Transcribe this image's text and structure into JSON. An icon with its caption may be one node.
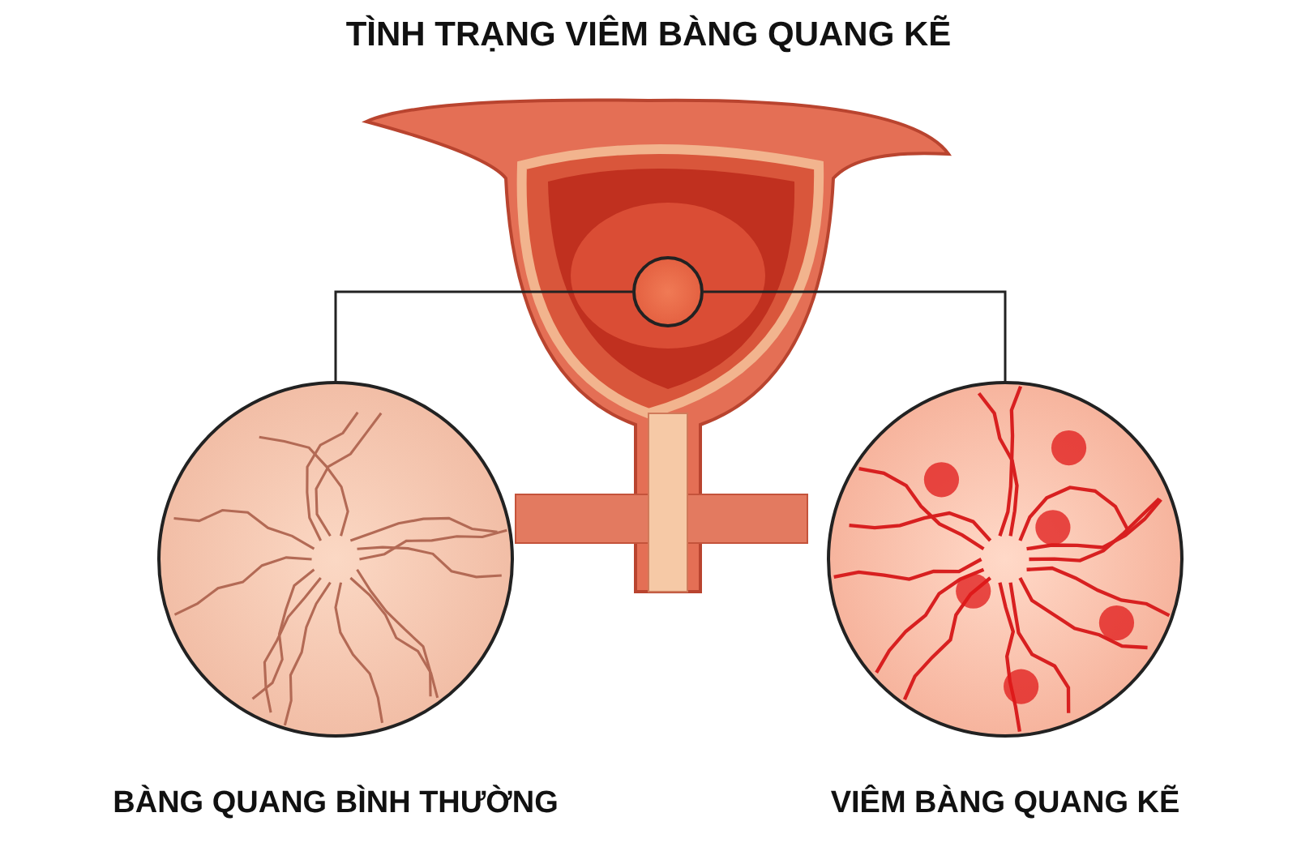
{
  "diagram": {
    "title": "TÌNH TRẠNG VIÊM BÀNG QUANG KẼ",
    "nodes": [
      {
        "text": [],
        "shape": "circle"
      },
      {
        "text": [],
        "shape": "picture",
        "beside": [
          "BÀNG QUANG BÌNH THƯỜNG"
        ]
      },
      {
        "text": [],
        "shape": "picture",
        "beside": [
          "VIÊM BÀNG QUANG KẼ"
        ]
      }
    ],
    "edges": [
      {
        "from": 0,
        "to": 1,
        "arrow": "none"
      },
      {
        "from": 0,
        "to": 2,
        "arrow": "none"
      }
    ]
  }
}
